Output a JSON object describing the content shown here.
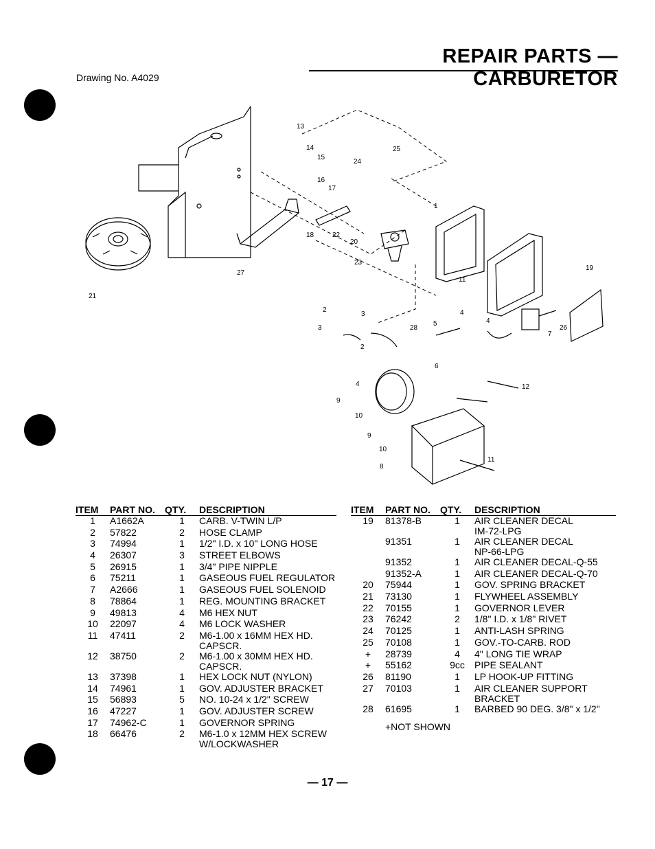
{
  "header": {
    "title": "REPAIR PARTS — CARBURETOR",
    "drawing_no": "Drawing No. A4029"
  },
  "diagram": {
    "callouts": [
      "13",
      "14",
      "15",
      "24",
      "25",
      "16",
      "17",
      "1",
      "18",
      "22",
      "20",
      "23",
      "27",
      "19",
      "11",
      "21",
      "2",
      "3",
      "3",
      "28",
      "5",
      "4",
      "4",
      "7",
      "26",
      "2",
      "6",
      "4",
      "9",
      "10",
      "9",
      "10",
      "8",
      "12",
      "11"
    ]
  },
  "table_headers": {
    "item": "ITEM",
    "part_no": "PART NO.",
    "qty": "QTY.",
    "description": "DESCRIPTION"
  },
  "left_parts": [
    {
      "item": "1",
      "part_no": "A1662A",
      "qty": "1",
      "description": "CARB. V-TWIN L/P"
    },
    {
      "item": "2",
      "part_no": "57822",
      "qty": "2",
      "description": "HOSE CLAMP"
    },
    {
      "item": "3",
      "part_no": "74994",
      "qty": "1",
      "description": "1/2\" I.D. x 10\" LONG HOSE"
    },
    {
      "item": "4",
      "part_no": "26307",
      "qty": "3",
      "description": "STREET ELBOWS"
    },
    {
      "item": "5",
      "part_no": "26915",
      "qty": "1",
      "description": "3/4\" PIPE NIPPLE"
    },
    {
      "item": "6",
      "part_no": "75211",
      "qty": "1",
      "description": "GASEOUS FUEL REGULATOR"
    },
    {
      "item": "7",
      "part_no": "A2666",
      "qty": "1",
      "description": "GASEOUS FUEL SOLENOID"
    },
    {
      "item": "8",
      "part_no": "78864",
      "qty": "1",
      "description": "REG. MOUNTING BRACKET"
    },
    {
      "item": "9",
      "part_no": "49813",
      "qty": "4",
      "description": "M6 HEX NUT"
    },
    {
      "item": "10",
      "part_no": "22097",
      "qty": "4",
      "description": "M6 LOCK WASHER"
    },
    {
      "item": "11",
      "part_no": "47411",
      "qty": "2",
      "description": "M6-1.00 x 16MM HEX HD.",
      "description2": "CAPSCR."
    },
    {
      "item": "12",
      "part_no": "38750",
      "qty": "2",
      "description": "M6-1.00 x 30MM HEX HD.",
      "description2": "CAPSCR."
    },
    {
      "item": "13",
      "part_no": "37398",
      "qty": "1",
      "description": "HEX LOCK NUT (NYLON)"
    },
    {
      "item": "14",
      "part_no": "74961",
      "qty": "1",
      "description": "GOV. ADJUSTER BRACKET"
    },
    {
      "item": "15",
      "part_no": "56893",
      "qty": "5",
      "description": "NO. 10-24 x 1/2\" SCREW"
    },
    {
      "item": "16",
      "part_no": "47227",
      "qty": "1",
      "description": "GOV. ADJUSTER SCREW"
    },
    {
      "item": "17",
      "part_no": "74962-C",
      "qty": "1",
      "description": "GOVERNOR SPRING"
    },
    {
      "item": "18",
      "part_no": "66476",
      "qty": "2",
      "description": "M6-1.0 x 12MM HEX SCREW",
      "description2": "W/LOCKWASHER"
    }
  ],
  "right_parts": [
    {
      "item": "19",
      "part_no": "81378-B",
      "qty": "1",
      "description": "AIR CLEANER DECAL",
      "description2": "IM-72-LPG"
    },
    {
      "item": "",
      "part_no": "91351",
      "qty": "1",
      "description": "AIR CLEANER DECAL",
      "description2": "NP-66-LPG"
    },
    {
      "item": "",
      "part_no": "91352",
      "qty": "1",
      "description": "AIR CLEANER DECAL-Q-55"
    },
    {
      "item": "",
      "part_no": "91352-A",
      "qty": "1",
      "description": "AIR CLEANER DECAL-Q-70"
    },
    {
      "item": "20",
      "part_no": "75944",
      "qty": "1",
      "description": "GOV. SPRING BRACKET"
    },
    {
      "item": "21",
      "part_no": "73130",
      "qty": "1",
      "description": "FLYWHEEL ASSEMBLY"
    },
    {
      "item": "22",
      "part_no": "70155",
      "qty": "1",
      "description": "GOVERNOR LEVER"
    },
    {
      "item": "23",
      "part_no": "76242",
      "qty": "2",
      "description": "1/8\" I.D. x 1/8\" RIVET"
    },
    {
      "item": "24",
      "part_no": "70125",
      "qty": "1",
      "description": "ANTI-LASH SPRING"
    },
    {
      "item": "25",
      "part_no": "70108",
      "qty": "1",
      "description": "GOV.-TO-CARB. ROD"
    },
    {
      "item": "+",
      "part_no": "28739",
      "qty": "4",
      "description": "4\" LONG TIE WRAP"
    },
    {
      "item": "+",
      "part_no": "55162",
      "qty": "9cc",
      "description": "PIPE SEALANT"
    },
    {
      "item": "26",
      "part_no": "81190",
      "qty": "1",
      "description": "LP HOOK-UP FITTING"
    },
    {
      "item": "27",
      "part_no": "70103",
      "qty": "1",
      "description": "AIR CLEANER SUPPORT",
      "description2": "BRACKET"
    },
    {
      "item": "28",
      "part_no": "61695",
      "qty": "1",
      "description": "BARBED 90 DEG. 3/8\" x 1/2\""
    }
  ],
  "footnote": "+NOT SHOWN",
  "page_number": "— 17 —"
}
